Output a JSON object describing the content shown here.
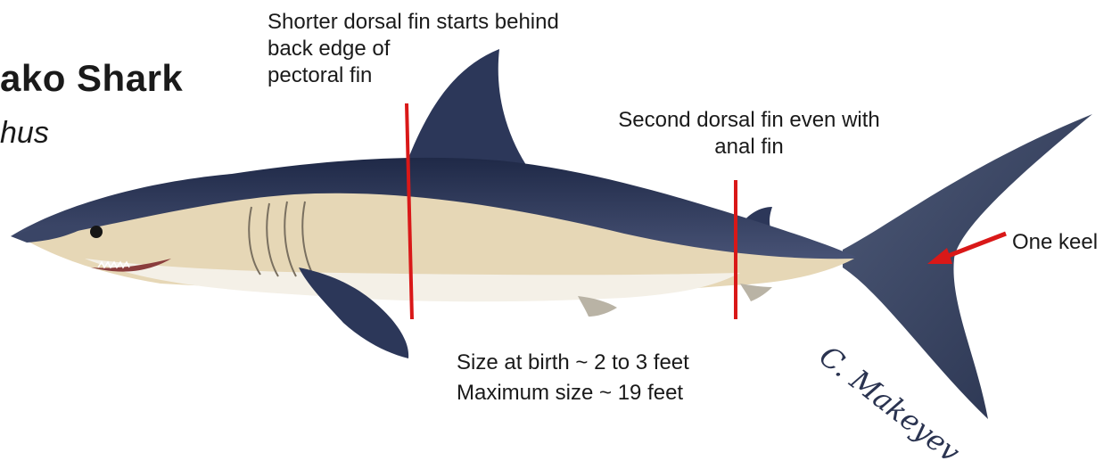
{
  "title": "ako Shark",
  "subtitle": "hus",
  "labels": {
    "dorsal_fin": [
      "Shorter dorsal fin starts behind",
      "back edge of",
      "pectoral fin"
    ],
    "second_dorsal": [
      "Second dorsal fin even with",
      "anal fin"
    ],
    "keel": "One keel",
    "size_birth": "Size at birth ~ 2 to 3 feet",
    "size_max": "Maximum size ~ 19 feet"
  },
  "signature": "C. Makeyev",
  "colors": {
    "back": "#2b3658",
    "belly": "#e4d6b8",
    "underside": "#f3efe6",
    "marker": "#d91818"
  }
}
